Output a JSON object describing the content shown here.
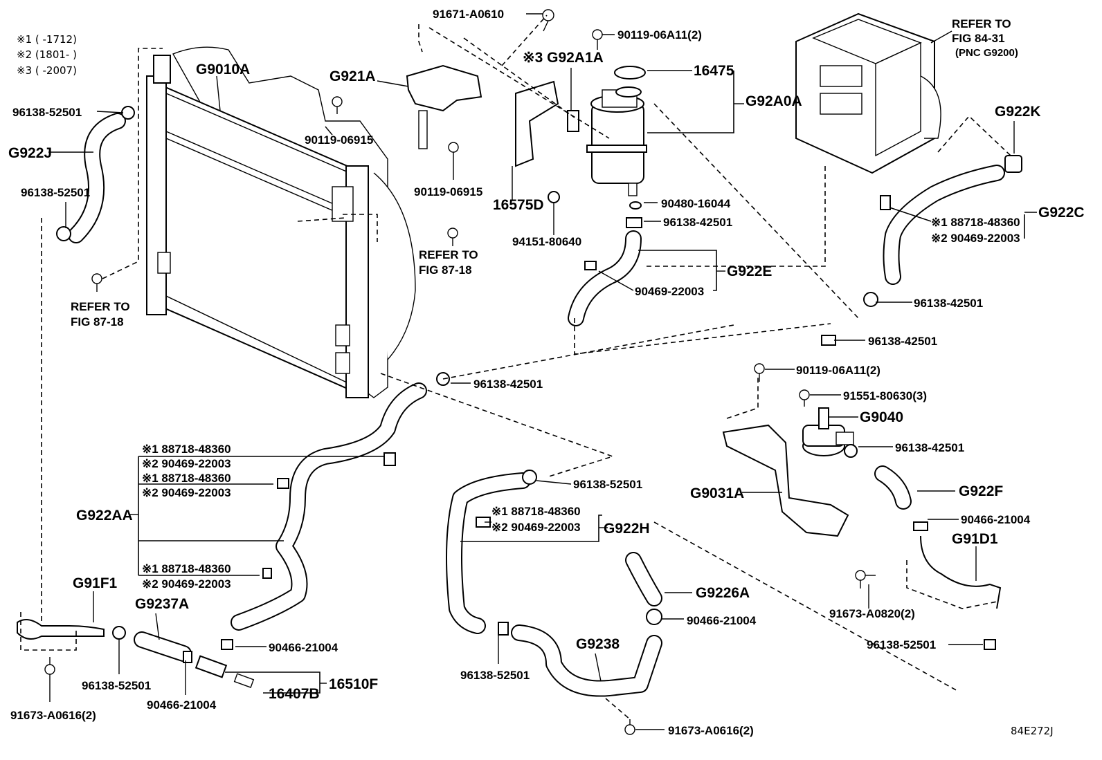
{
  "notes": [
    "※1 (      -1712)",
    "※2 (1801-      )",
    "※3 (      -2007)"
  ],
  "labels": {
    "g9010a": "G9010A",
    "g921a": "G921A",
    "g92a1a": "※3 G92A1A",
    "g92a0a": "G92A0A",
    "p16475": "16475",
    "p16575d": "16575D",
    "g922j": "G922J",
    "g922k": "G922K",
    "g922c": "G922C",
    "g922e": "G922E",
    "g922aa": "G922AA",
    "g922h": "G922H",
    "g922f": "G922F",
    "g9040": "G9040",
    "g9031a": "G9031A",
    "g91d1": "G91D1",
    "g91f1": "G91F1",
    "g9237a": "G9237A",
    "g9226a": "G9226A",
    "g9238": "G9238",
    "p16510f": "16510F",
    "p16407b": "16407B",
    "fig_code": "84E272J"
  },
  "refs": {
    "ref_84_31": [
      "REFER TO",
      "FIG 84-31",
      "(PNC G9200)"
    ],
    "ref_87_18_mid": [
      "REFER TO",
      "FIG 87-18"
    ],
    "ref_87_18_left": [
      "REFER TO",
      "FIG 87-18"
    ]
  },
  "parts": {
    "p91671": "91671-A0610",
    "p90119_06a11_top": "90119-06A11(2)",
    "p96138_52501_topleft": "96138-52501",
    "p90119_06915_a": "90119-06915",
    "p90119_06915_b": "90119-06915",
    "p96138_52501_left2": "96138-52501",
    "p94151": "94151-80640",
    "p90480": "90480-16044",
    "p96138_42501_e": "96138-42501",
    "p90469_e": "90469-22003",
    "p88718_c": "※1 88718-48360",
    "p90469_c": "※2 90469-22003",
    "p96138_42501_c": "96138-42501",
    "p96138_42501_mid": "96138-42501",
    "p90119_06a11_mid": "90119-06A11(2)",
    "p91551": "91551-80630(3)",
    "p96138_42501_pump": "96138-42501",
    "p96138_42501_aa": "96138-42501",
    "p88718_aa1": "※1 88718-48360",
    "p90469_aa1": "※2 90469-22003",
    "p88718_aa2": "※1 88718-48360",
    "p90469_aa2": "※2 90469-22003",
    "p88718_aa3": "※1 88718-48360",
    "p90469_aa3": "※2 90469-22003",
    "p96138_52501_h": "96138-52501",
    "p88718_h": "※1 88718-48360",
    "p90469_h": "※2 90469-22003",
    "p90466_f": "90466-21004",
    "p91673_a0820": "91673-A0820(2)",
    "p96138_52501_right": "96138-52501",
    "p90466_9226": "90466-21004",
    "p96138_52501_9238": "96138-52501",
    "p91673_a0616_bottom": "91673-A0616(2)",
    "p90466_9237": "90466-21004",
    "p90466_left": "90466-21004",
    "p96138_52501_f1": "96138-52501",
    "p91673_a0616_left": "91673-A0616(2)"
  }
}
